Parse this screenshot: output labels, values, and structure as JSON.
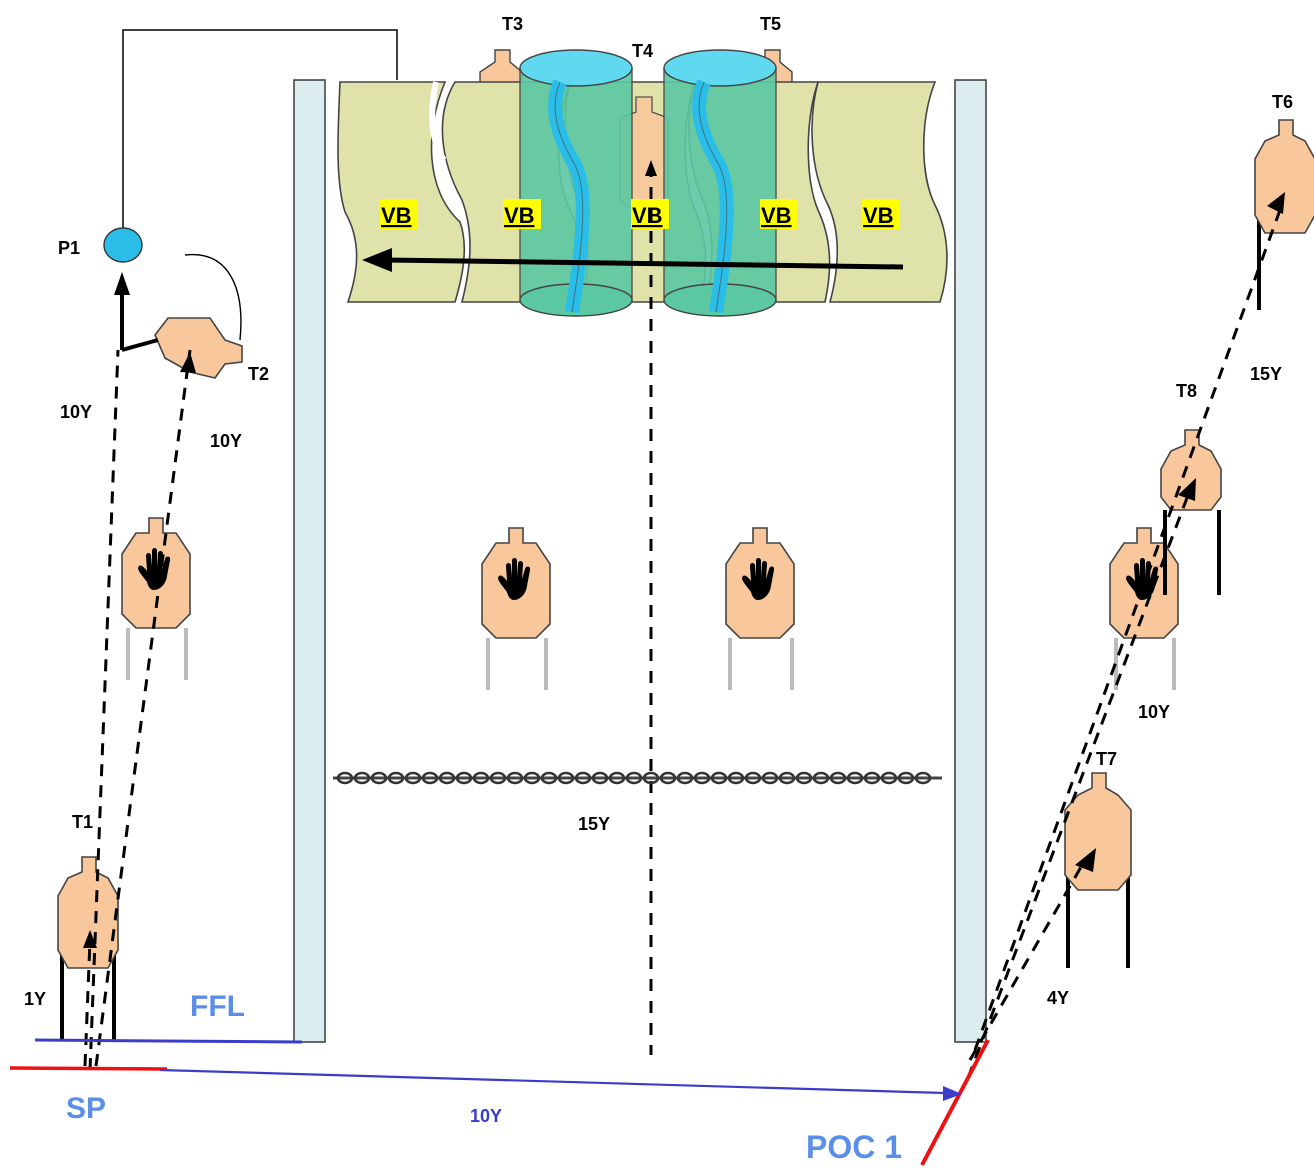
{
  "labels": {
    "p1": "P1",
    "t1": "T1",
    "t2": "T2",
    "t3": "T3",
    "t4": "T4",
    "t5": "T5",
    "t6": "T6",
    "t7": "T7",
    "t8": "T8",
    "vb": [
      "VB",
      "VB",
      "VB",
      "VB",
      "VB"
    ],
    "dist_t1_p1": "10Y",
    "dist_t1_t2": "10Y",
    "dist_1y": "1Y",
    "ffl": "FFL",
    "sp": "SP",
    "dist_sp_poc": "10Y",
    "poc": "POC 1",
    "dist_center": "15Y",
    "dist_4y": "4Y",
    "dist_10y_right": "10Y",
    "dist_15y_right": "15Y"
  },
  "colors": {
    "target_fill": "#f8c89c",
    "vb_fill": "#e0e3a9",
    "barrel_fill": "#5cc8a2",
    "barrel_top": "#5fd8f0",
    "wall_fill": "#dcedf0",
    "popper": "#29bde8",
    "ffl_line": "#3b3bcc",
    "sp_line": "#ee1111",
    "label_blue": "#5b8ee6",
    "vb_highlight": "#ffff00"
  },
  "icons": {
    "no_shoot": "hand-icon",
    "chain": "chain-icon",
    "popper": "popper-icon"
  }
}
